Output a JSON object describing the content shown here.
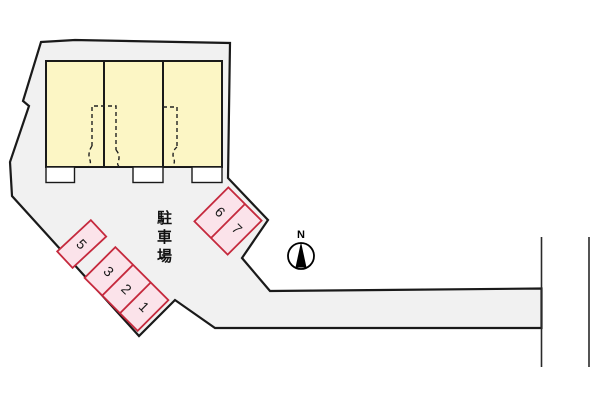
{
  "diagram": {
    "parking_area_label": "駐車場",
    "compass": {
      "north_label": "N"
    },
    "parking": {
      "stall_numbers": [
        "1",
        "2",
        "3",
        "5",
        "6",
        "7"
      ]
    }
  },
  "colors": {
    "background": "#ffffff",
    "site_fill": "#f1f1f1",
    "outline": "#1a1a1a",
    "building_fill": "#fcf6c5",
    "stall_fill": "#fbe3ea",
    "stall_stroke": "#c5293d",
    "compass_needle": "#000000"
  }
}
